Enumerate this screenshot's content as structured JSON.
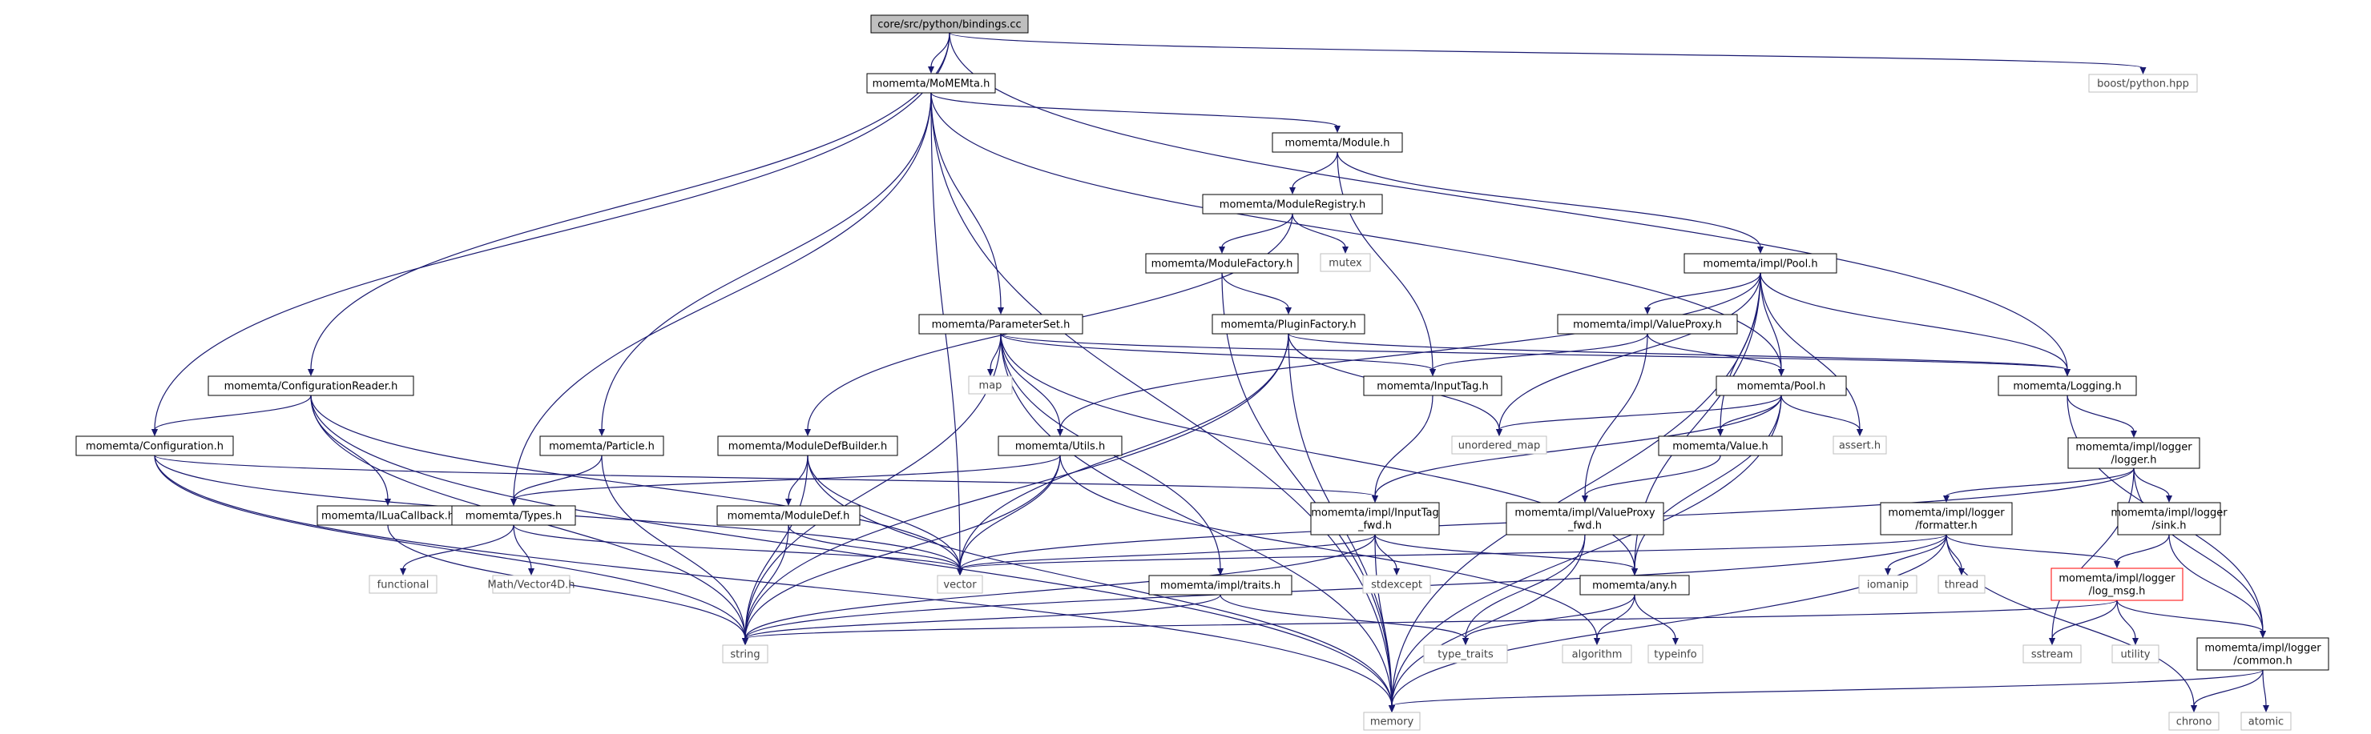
{
  "graph": {
    "nodes": [
      {
        "id": "root",
        "label": "core/src/python/bindings.cc",
        "kind": "root"
      },
      {
        "id": "momemta",
        "label": "momemta/MoMEMta.h",
        "kind": "header"
      },
      {
        "id": "boost_python",
        "label": "boost/python.hpp",
        "kind": "system"
      },
      {
        "id": "module",
        "label": "momemta/Module.h",
        "kind": "header"
      },
      {
        "id": "moduleregistry",
        "label": "momemta/ModuleRegistry.h",
        "kind": "header"
      },
      {
        "id": "modulefactory",
        "label": "momemta/ModuleFactory.h",
        "kind": "header"
      },
      {
        "id": "mutex",
        "label": "mutex",
        "kind": "system"
      },
      {
        "id": "impl_pool",
        "label": "momemta/impl/Pool.h",
        "kind": "header"
      },
      {
        "id": "parameterset",
        "label": "momemta/ParameterSet.h",
        "kind": "header"
      },
      {
        "id": "pluginfactory",
        "label": "momemta/PluginFactory.h",
        "kind": "header"
      },
      {
        "id": "valueproxy",
        "label": "momemta/impl/ValueProxy.h",
        "kind": "header"
      },
      {
        "id": "configreader",
        "label": "momemta/ConfigurationReader.h",
        "kind": "header"
      },
      {
        "id": "map",
        "label": "map",
        "kind": "system"
      },
      {
        "id": "inputtag",
        "label": "momemta/InputTag.h",
        "kind": "header"
      },
      {
        "id": "pool",
        "label": "momemta/Pool.h",
        "kind": "header"
      },
      {
        "id": "logging",
        "label": "momemta/Logging.h",
        "kind": "header"
      },
      {
        "id": "configuration",
        "label": "momemta/Configuration.h",
        "kind": "header"
      },
      {
        "id": "particle",
        "label": "momemta/Particle.h",
        "kind": "header"
      },
      {
        "id": "moduledefbuilder",
        "label": "momemta/ModuleDefBuilder.h",
        "kind": "header"
      },
      {
        "id": "utils",
        "label": "momemta/Utils.h",
        "kind": "header"
      },
      {
        "id": "unordered_map",
        "label": "unordered_map",
        "kind": "system"
      },
      {
        "id": "value",
        "label": "momemta/Value.h",
        "kind": "header"
      },
      {
        "id": "assert",
        "label": "assert.h",
        "kind": "system"
      },
      {
        "id": "logger",
        "label": "momemta/impl/logger\n/logger.h",
        "kind": "header"
      },
      {
        "id": "iluacallback",
        "label": "momemta/ILuaCallback.h",
        "kind": "header"
      },
      {
        "id": "types",
        "label": "momemta/Types.h",
        "kind": "header"
      },
      {
        "id": "moduledef",
        "label": "momemta/ModuleDef.h",
        "kind": "header"
      },
      {
        "id": "inputtag_fwd",
        "label": "momemta/impl/InputTag\n_fwd.h",
        "kind": "header"
      },
      {
        "id": "valueproxy_fwd",
        "label": "momemta/impl/ValueProxy\n_fwd.h",
        "kind": "header"
      },
      {
        "id": "formatter",
        "label": "momemta/impl/logger\n/formatter.h",
        "kind": "header"
      },
      {
        "id": "sink",
        "label": "momemta/impl/logger\n/sink.h",
        "kind": "header"
      },
      {
        "id": "functional",
        "label": "functional",
        "kind": "system"
      },
      {
        "id": "vector4d",
        "label": "Math/Vector4D.h",
        "kind": "system"
      },
      {
        "id": "vector",
        "label": "vector",
        "kind": "system"
      },
      {
        "id": "traits",
        "label": "momemta/impl/traits.h",
        "kind": "header"
      },
      {
        "id": "stdexcept",
        "label": "stdexcept",
        "kind": "system"
      },
      {
        "id": "any",
        "label": "momemta/any.h",
        "kind": "header"
      },
      {
        "id": "iomanip",
        "label": "iomanip",
        "kind": "system"
      },
      {
        "id": "thread",
        "label": "thread",
        "kind": "system"
      },
      {
        "id": "log_msg",
        "label": "momemta/impl/logger\n/log_msg.h",
        "kind": "highlight"
      },
      {
        "id": "string",
        "label": "string",
        "kind": "system"
      },
      {
        "id": "type_traits",
        "label": "type_traits",
        "kind": "system"
      },
      {
        "id": "algorithm",
        "label": "algorithm",
        "kind": "system"
      },
      {
        "id": "typeinfo",
        "label": "typeinfo",
        "kind": "system"
      },
      {
        "id": "sstream",
        "label": "sstream",
        "kind": "system"
      },
      {
        "id": "utility",
        "label": "utility",
        "kind": "system"
      },
      {
        "id": "common",
        "label": "momemta/impl/logger\n/common.h",
        "kind": "header"
      },
      {
        "id": "memory",
        "label": "memory",
        "kind": "system"
      },
      {
        "id": "chrono",
        "label": "chrono",
        "kind": "system"
      },
      {
        "id": "atomic",
        "label": "atomic",
        "kind": "system"
      }
    ],
    "edges": [
      [
        "root",
        "momemta"
      ],
      [
        "root",
        "boost_python"
      ],
      [
        "root",
        "configreader"
      ],
      [
        "root",
        "configuration"
      ],
      [
        "root",
        "logging"
      ],
      [
        "momemta",
        "module"
      ],
      [
        "momemta",
        "parameterset"
      ],
      [
        "momemta",
        "particle"
      ],
      [
        "momemta",
        "types"
      ],
      [
        "momemta",
        "pool"
      ],
      [
        "momemta",
        "vector"
      ],
      [
        "momemta",
        "memory"
      ],
      [
        "module",
        "moduleregistry"
      ],
      [
        "module",
        "impl_pool"
      ],
      [
        "module",
        "inputtag"
      ],
      [
        "moduleregistry",
        "modulefactory"
      ],
      [
        "moduleregistry",
        "mutex"
      ],
      [
        "moduleregistry",
        "moduledefbuilder"
      ],
      [
        "modulefactory",
        "pluginfactory"
      ],
      [
        "modulefactory",
        "memory"
      ],
      [
        "impl_pool",
        "valueproxy"
      ],
      [
        "impl_pool",
        "pool"
      ],
      [
        "impl_pool",
        "logging"
      ],
      [
        "impl_pool",
        "utils"
      ],
      [
        "impl_pool",
        "unordered_map"
      ],
      [
        "impl_pool",
        "value"
      ],
      [
        "impl_pool",
        "assert"
      ],
      [
        "impl_pool",
        "any"
      ],
      [
        "impl_pool",
        "memory"
      ],
      [
        "parameterset",
        "map"
      ],
      [
        "parameterset",
        "utils"
      ],
      [
        "parameterset",
        "inputtag"
      ],
      [
        "parameterset",
        "logging"
      ],
      [
        "parameterset",
        "traits"
      ],
      [
        "parameterset",
        "any"
      ],
      [
        "parameterset",
        "string"
      ],
      [
        "parameterset",
        "memory"
      ],
      [
        "pluginfactory",
        "logging"
      ],
      [
        "pluginfactory",
        "unordered_map"
      ],
      [
        "pluginfactory",
        "vector"
      ],
      [
        "pluginfactory",
        "string"
      ],
      [
        "pluginfactory",
        "memory"
      ],
      [
        "valueproxy",
        "pool"
      ],
      [
        "valueproxy",
        "inputtag"
      ],
      [
        "valueproxy",
        "valueproxy_fwd"
      ],
      [
        "configreader",
        "configuration"
      ],
      [
        "configreader",
        "iluacallback"
      ],
      [
        "configreader",
        "vector"
      ],
      [
        "configreader",
        "memory"
      ],
      [
        "configreader",
        "string"
      ],
      [
        "inputtag",
        "inputtag_fwd"
      ],
      [
        "pool",
        "value"
      ],
      [
        "pool",
        "unordered_map"
      ],
      [
        "pool",
        "assert"
      ],
      [
        "pool",
        "any"
      ],
      [
        "pool",
        "memory"
      ],
      [
        "pool",
        "inputtag_fwd"
      ],
      [
        "logging",
        "logger"
      ],
      [
        "logging",
        "common"
      ],
      [
        "configuration",
        "inputtag_fwd"
      ],
      [
        "configuration",
        "vector"
      ],
      [
        "configuration",
        "string"
      ],
      [
        "configuration",
        "memory"
      ],
      [
        "particle",
        "types"
      ],
      [
        "particle",
        "string"
      ],
      [
        "moduledefbuilder",
        "moduledef"
      ],
      [
        "moduledefbuilder",
        "vector"
      ],
      [
        "moduledefbuilder",
        "string"
      ],
      [
        "moduledefbuilder",
        "memory"
      ],
      [
        "utils",
        "types"
      ],
      [
        "utils",
        "vector"
      ],
      [
        "utils",
        "string"
      ],
      [
        "utils",
        "algorithm"
      ],
      [
        "value",
        "valueproxy_fwd"
      ],
      [
        "logger",
        "formatter"
      ],
      [
        "logger",
        "sink"
      ],
      [
        "logger",
        "sstream"
      ],
      [
        "logger",
        "vector"
      ],
      [
        "logger",
        "common"
      ],
      [
        "iluacallback",
        "string"
      ],
      [
        "types",
        "functional"
      ],
      [
        "types",
        "vector4d"
      ],
      [
        "types",
        "vector"
      ],
      [
        "moduledef",
        "vector"
      ],
      [
        "moduledef",
        "string"
      ],
      [
        "inputtag_fwd",
        "vector"
      ],
      [
        "inputtag_fwd",
        "stdexcept"
      ],
      [
        "inputtag_fwd",
        "any"
      ],
      [
        "inputtag_fwd",
        "string"
      ],
      [
        "inputtag_fwd",
        "memory"
      ],
      [
        "valueproxy_fwd",
        "type_traits"
      ],
      [
        "valueproxy_fwd",
        "memory"
      ],
      [
        "formatter",
        "iomanip"
      ],
      [
        "formatter",
        "thread"
      ],
      [
        "formatter",
        "log_msg"
      ],
      [
        "formatter",
        "chrono"
      ],
      [
        "formatter",
        "vector"
      ],
      [
        "formatter",
        "string"
      ],
      [
        "formatter",
        "memory"
      ],
      [
        "sink",
        "log_msg"
      ],
      [
        "sink",
        "common"
      ],
      [
        "traits",
        "string"
      ],
      [
        "traits",
        "type_traits"
      ],
      [
        "any",
        "type_traits"
      ],
      [
        "any",
        "algorithm"
      ],
      [
        "any",
        "typeinfo"
      ],
      [
        "log_msg",
        "sstream"
      ],
      [
        "log_msg",
        "utility"
      ],
      [
        "log_msg",
        "common"
      ],
      [
        "log_msg",
        "string"
      ],
      [
        "common",
        "memory"
      ],
      [
        "common",
        "chrono"
      ],
      [
        "common",
        "atomic"
      ]
    ]
  }
}
